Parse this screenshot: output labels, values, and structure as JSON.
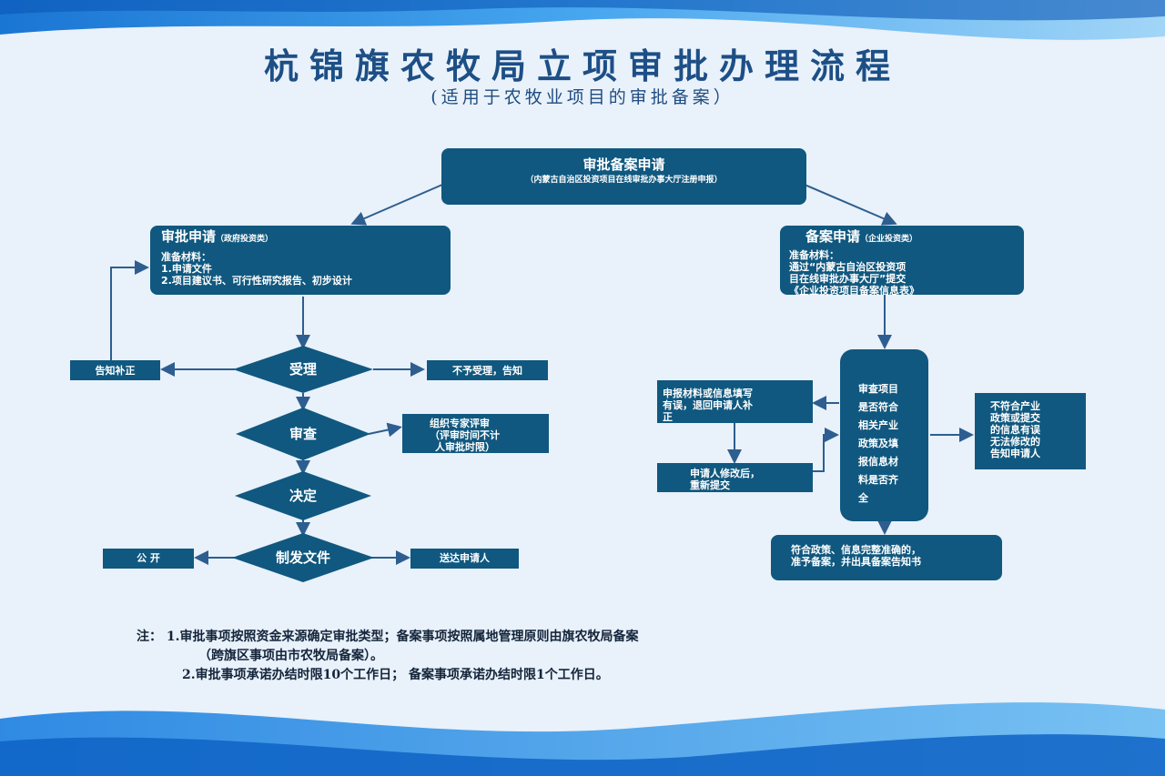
{
  "header": {
    "title": "杭锦旗农牧局立项审批办理流程",
    "subtitle": "(适用于农牧业项目的审批备案）"
  },
  "colors": {
    "box": "#10587f",
    "arrow": "#2d5e8f",
    "title": "#1d4f86",
    "wave": "#2b8de0"
  },
  "top": {
    "title": "审批备案申请",
    "subtitle": "（内蒙古自治区投资项目在线审批办事大厅注册申报）"
  },
  "left": {
    "apply_title": "审批申请",
    "apply_tag": "（政府投资类）",
    "materials_label": "准备材料：",
    "materials_1": "1.申请文件",
    "materials_2": "2.项目建议书、可行性研究报告、初步设计",
    "accept": "受理",
    "notify_fix": "告知补正",
    "reject": "不予受理，告知",
    "review": "审查",
    "expert_1": "组织专家评审",
    "expert_2": "（评审时间不计",
    "expert_3": "人审批时限）",
    "decide": "决定",
    "issue": "制发文件",
    "public": "公 开",
    "deliver": "送达申请人"
  },
  "right": {
    "record_title": "备案申请",
    "record_tag": "（企业投资类）",
    "materials_label": "准备材料：",
    "materials_1": "通过“内蒙古自治区投资项",
    "materials_2": "目在线审批办事大厅”提交",
    "materials_3": "《企业投资项目备案信息表》",
    "check_lines": [
      "审查项目",
      "是否符合",
      "相关产业",
      "政策及填",
      "报信息材",
      "料是否齐",
      "全"
    ],
    "return_1": "申报材料或信息填写",
    "return_2": "有误，退回申请人补",
    "return_3": "正",
    "resubmit_1": "申请人修改后，",
    "resubmit_2": "重新提交",
    "noncomply_1": "不符合产业",
    "noncomply_2": "政策或提交",
    "noncomply_3": "的信息有误",
    "noncomply_4": "无法修改的",
    "noncomply_5": "告知申请人",
    "approve_1": "符合政策、信息完整准确的，",
    "approve_2": "准予备案，并出具备案告知书"
  },
  "notes": {
    "line_1": "注： 1.审批事项按照资金来源确定审批类型；备案事项按照属地管理原则由旗农牧局备案",
    "line_2": "（跨旗区事项由市农牧局备案）。",
    "line_3": "2.审批事项承诺办结时限10个工作日； 备案事项承诺办结时限1个工作日。"
  }
}
